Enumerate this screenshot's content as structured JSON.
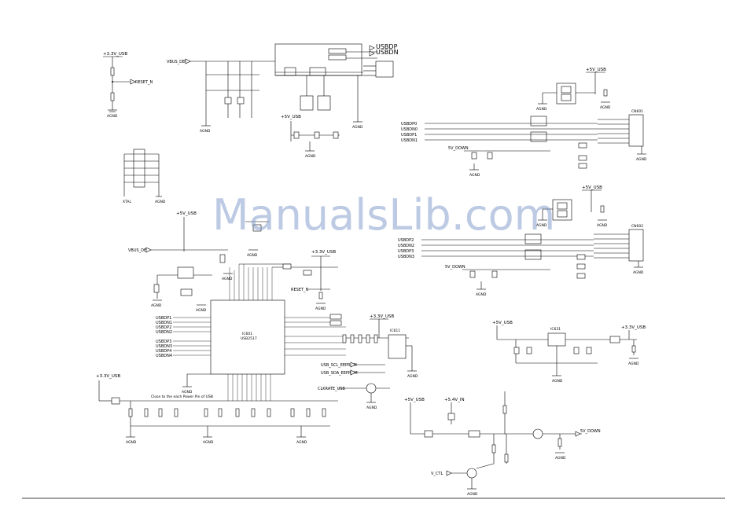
{
  "watermark": "ManualsLib.com",
  "power_labels": {
    "v33_top": "+3.3V_USB",
    "v5_top_right": "+5V_USB",
    "v5_mid_right": "+5V_USB",
    "v5_mid_left": "+5V_USB",
    "v5_small_top": "+5V_USB",
    "v33_mid": "+3.3V_USB",
    "v33_hub_right": "+3.3V_USB",
    "v5_reg_in": "+5V_USB",
    "v33_reg_out": "+3.3V_USB",
    "v33_bottom_left": "+3.3V_USB",
    "v5_bottom": "+5V_USB",
    "v5_in": "+5.4V_IN"
  },
  "net_labels": {
    "vbus_det_top": "VBUS_DET",
    "vbus_det_mid": "VBUS_DET",
    "reset_top": "RESET_N",
    "reset_mid": "RESET_N",
    "usbdp": "USBDP",
    "usbdn": "USBDN",
    "usb_scl_eeprom": "USB_SCL_EEPROM",
    "usb_sda_eeprom": "USB_SDA_EEPROM",
    "clkrate_usb": "CLKRATE_USB",
    "v_ctl": "V_CTL",
    "v_down_a": "5V_DOWN",
    "v_down_b": "5V_DOWN",
    "v_down_out": "5V_DOWN",
    "xtal_label": "XTAL",
    "note_close": "Close to the each Power Pin of USB"
  },
  "ground_label": "AGND",
  "port_labels_a": [
    "USBDP0",
    "USBDN0",
    "USBDP1",
    "USBDN1"
  ],
  "port_labels_b": [
    "USBDP2",
    "USBDN2",
    "USBDP3",
    "USBDN3"
  ],
  "hub_left_nets": [
    "USBDP1",
    "USBDN1",
    "USBDP2",
    "USBDN2",
    "USBDP3",
    "USBDN3",
    "USBDP4",
    "USBDN4"
  ],
  "ic_labels": {
    "hub_ic": "IC601",
    "hub_part": "USB2517",
    "eeprom": "IC611",
    "regulator": "IC631",
    "conn_a": "CN601",
    "conn_b": "CN602"
  }
}
